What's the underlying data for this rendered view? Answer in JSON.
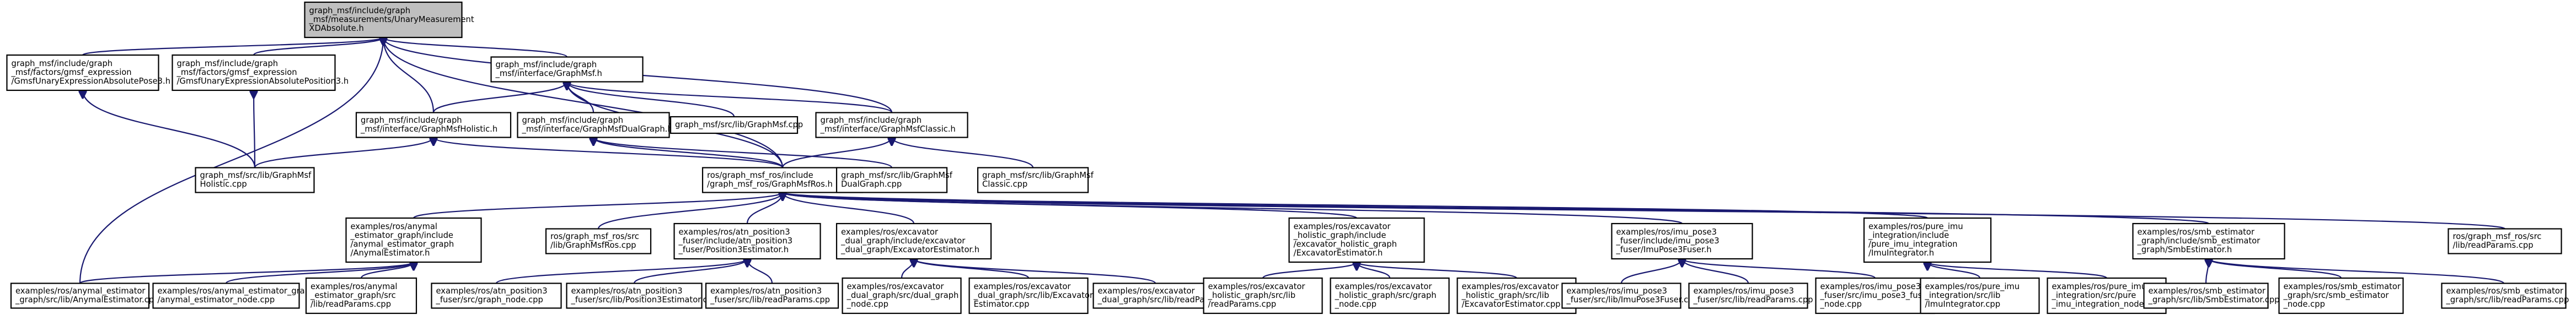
{
  "diagram": {
    "type": "include-dependency-graph",
    "colors": {
      "edge": "#191970",
      "root_fill": "#bfbfbf",
      "node_fill": "#ffffff",
      "node_border": "#000000"
    },
    "nodes": [
      {
        "id": "root",
        "lines": [
          "graph_msf/include/graph",
          "_msf/measurements/UnaryMeasurement",
          "XDAbsolute.h"
        ],
        "root": true
      },
      {
        "id": "gmsfExprPose3",
        "lines": [
          "graph_msf/include/graph",
          "_msf/factors/gmsf_expression",
          "/GmsfUnaryExpressionAbsolutePose3.h"
        ]
      },
      {
        "id": "gmsfExprPos3",
        "lines": [
          "graph_msf/include/graph",
          "_msf/factors/gmsf_expression",
          "/GmsfUnaryExpressionAbsolutePosition3.h"
        ]
      },
      {
        "id": "graphMsfH",
        "lines": [
          "graph_msf/include/graph",
          "_msf/interface/GraphMsf.h"
        ]
      },
      {
        "id": "graphMsfHolisticH",
        "lines": [
          "graph_msf/include/graph",
          "_msf/interface/GraphMsfHolistic.h"
        ]
      },
      {
        "id": "graphMsfDualGraphH",
        "lines": [
          "graph_msf/include/graph",
          "_msf/interface/GraphMsfDualGraph.h"
        ]
      },
      {
        "id": "graphMsfCpp",
        "lines": [
          "graph_msf/src/lib/GraphMsf.cpp"
        ]
      },
      {
        "id": "graphMsfClassicH",
        "lines": [
          "graph_msf/include/graph",
          "_msf/interface/GraphMsfClassic.h"
        ]
      },
      {
        "id": "graphMsfHolisticCpp",
        "lines": [
          "graph_msf/src/lib/GraphMsf",
          "Holistic.cpp"
        ]
      },
      {
        "id": "graphMsfRosH",
        "lines": [
          "ros/graph_msf_ros/include",
          "/graph_msf_ros/GraphMsfRos.h"
        ]
      },
      {
        "id": "graphMsfDualGraphCpp",
        "lines": [
          "graph_msf/src/lib/GraphMsf",
          "DualGraph.cpp"
        ]
      },
      {
        "id": "graphMsfClassicCpp",
        "lines": [
          "graph_msf/src/lib/GraphMsf",
          "Classic.cpp"
        ]
      },
      {
        "id": "anymalEstH",
        "lines": [
          "examples/ros/anymal",
          "_estimator_graph/include",
          "/anymal_estimator_graph",
          "/AnymalEstimator.h"
        ]
      },
      {
        "id": "graphMsfRosCpp",
        "lines": [
          "ros/graph_msf_ros/src",
          "/lib/GraphMsfRos.cpp"
        ]
      },
      {
        "id": "attnPos3H",
        "lines": [
          "examples/ros/atn_position3",
          "_fuser/include/atn_position3",
          "_fuser/Position3Estimator.h"
        ]
      },
      {
        "id": "excavDualH",
        "lines": [
          "examples/ros/excavator",
          "_dual_graph/include/excavator",
          "_dual_graph/ExcavatorEstimator.h"
        ]
      },
      {
        "id": "excavHolisticH",
        "lines": [
          "examples/ros/excavator",
          "_holistic_graph/include",
          "/excavator_holistic_graph",
          "/ExcavatorEstimator.h"
        ]
      },
      {
        "id": "imuPose3H",
        "lines": [
          "examples/ros/imu_pose3",
          "_fuser/include/imu_pose3",
          "_fuser/ImuPose3Fuser.h"
        ]
      },
      {
        "id": "pureImuH",
        "lines": [
          "examples/ros/pure_imu",
          "_integration/include",
          "/pure_imu_integration",
          "/ImuIntegrator.h"
        ]
      },
      {
        "id": "smbEstH",
        "lines": [
          "examples/ros/smb_estimator",
          "_graph/include/smb_estimator",
          "_graph/SmbEstimator.h"
        ]
      },
      {
        "id": "readParamsCpp",
        "lines": [
          "ros/graph_msf_ros/src",
          "/lib/readParams.cpp"
        ]
      },
      {
        "id": "anymalEstCpp",
        "lines": [
          "examples/ros/anymal_estimator",
          "_graph/src/lib/AnymalEstimator.cpp"
        ]
      },
      {
        "id": "anymalNodeCpp",
        "lines": [
          "examples/ros/anymal_estimator_graph/src",
          "/anymal_estimator_node.cpp"
        ]
      },
      {
        "id": "anymalReadParams",
        "lines": [
          "examples/ros/anymal",
          "_estimator_graph/src",
          "/lib/readParams.cpp"
        ]
      },
      {
        "id": "attnGraphNode",
        "lines": [
          "examples/ros/atn_position3",
          "_fuser/src/graph_node.cpp"
        ]
      },
      {
        "id": "attnPos3Cpp",
        "lines": [
          "examples/ros/atn_position3",
          "_fuser/src/lib/Position3Estimator.cpp"
        ]
      },
      {
        "id": "attnReadParams",
        "lines": [
          "examples/ros/atn_position3",
          "_fuser/src/lib/readParams.cpp"
        ]
      },
      {
        "id": "excavDualNode",
        "lines": [
          "examples/ros/excavator",
          "_dual_graph/src/dual_graph",
          "_node.cpp"
        ]
      },
      {
        "id": "excavDualEstCpp",
        "lines": [
          "examples/ros/excavator",
          "_dual_graph/src/lib/Excavator",
          "Estimator.cpp"
        ]
      },
      {
        "id": "excavDualReadParams",
        "lines": [
          "examples/ros/excavator",
          "_dual_graph/src/lib/readParams.cpp"
        ]
      },
      {
        "id": "excavHolReadParams",
        "lines": [
          "examples/ros/excavator",
          "_holistic_graph/src/lib",
          "/readParams.cpp"
        ]
      },
      {
        "id": "excavHolNode",
        "lines": [
          "examples/ros/excavator",
          "_holistic_graph/src/graph",
          "_node.cpp"
        ]
      },
      {
        "id": "excavHolEstCpp",
        "lines": [
          "examples/ros/excavator",
          "_holistic_graph/src/lib",
          "/ExcavatorEstimator.cpp"
        ]
      },
      {
        "id": "imuPose3FuserCpp",
        "lines": [
          "examples/ros/imu_pose3",
          "_fuser/src/lib/ImuPose3Fuser.cpp"
        ]
      },
      {
        "id": "imuPose3ReadParams",
        "lines": [
          "examples/ros/imu_pose3",
          "_fuser/src/lib/readParams.cpp"
        ]
      },
      {
        "id": "imuPose3Node",
        "lines": [
          "examples/ros/imu_pose3",
          "_fuser/src/imu_pose3_fuser",
          "_node.cpp"
        ]
      },
      {
        "id": "pureImuIntegratorCpp",
        "lines": [
          "examples/ros/pure_imu",
          "_integration/src/lib",
          "/ImuIntegrator.cpp"
        ]
      },
      {
        "id": "pureImuNode",
        "lines": [
          "examples/ros/pure_imu",
          "_integration/src/pure",
          "_imu_integration_node.cpp"
        ]
      },
      {
        "id": "smbEstCpp",
        "lines": [
          "examples/ros/smb_estimator",
          "_graph/src/lib/SmbEstimator.cpp"
        ]
      },
      {
        "id": "smbNodeCpp",
        "lines": [
          "examples/ros/smb_estimator",
          "_graph/src/smb_estimator",
          "_node.cpp"
        ]
      },
      {
        "id": "smbReadParams",
        "lines": [
          "examples/ros/smb_estimator",
          "_graph/src/lib/readParams.cpp"
        ]
      }
    ],
    "edges": [
      [
        "root",
        "gmsfExprPose3"
      ],
      [
        "root",
        "gmsfExprPos3"
      ],
      [
        "root",
        "graphMsfH"
      ],
      [
        "root",
        "graphMsfHolisticH"
      ],
      [
        "root",
        "graphMsfClassicH"
      ],
      [
        "root",
        "anymalEstCpp"
      ],
      [
        "root",
        "graphMsfRosH"
      ],
      [
        "gmsfExprPose3",
        "graphMsfHolisticCpp"
      ],
      [
        "gmsfExprPos3",
        "graphMsfHolisticCpp"
      ],
      [
        "graphMsfH",
        "graphMsfHolisticH"
      ],
      [
        "graphMsfH",
        "graphMsfDualGraphH"
      ],
      [
        "graphMsfH",
        "graphMsfCpp"
      ],
      [
        "graphMsfH",
        "graphMsfClassicH"
      ],
      [
        "graphMsfH",
        "graphMsfRosH"
      ],
      [
        "graphMsfHolisticH",
        "graphMsfHolisticCpp"
      ],
      [
        "graphMsfHolisticH",
        "graphMsfRosH"
      ],
      [
        "graphMsfDualGraphH",
        "graphMsfDualGraphCpp"
      ],
      [
        "graphMsfDualGraphH",
        "graphMsfRosH"
      ],
      [
        "graphMsfClassicH",
        "graphMsfClassicCpp"
      ],
      [
        "graphMsfClassicH",
        "graphMsfRosH"
      ],
      [
        "graphMsfRosH",
        "anymalEstH"
      ],
      [
        "graphMsfRosH",
        "graphMsfRosCpp"
      ],
      [
        "graphMsfRosH",
        "attnPos3H"
      ],
      [
        "graphMsfRosH",
        "excavDualH"
      ],
      [
        "graphMsfRosH",
        "excavHolisticH"
      ],
      [
        "graphMsfRosH",
        "imuPose3H"
      ],
      [
        "graphMsfRosH",
        "pureImuH"
      ],
      [
        "graphMsfRosH",
        "smbEstH"
      ],
      [
        "graphMsfRosH",
        "readParamsCpp"
      ],
      [
        "anymalEstH",
        "anymalEstCpp"
      ],
      [
        "anymalEstH",
        "anymalNodeCpp"
      ],
      [
        "anymalEstH",
        "anymalReadParams"
      ],
      [
        "attnPos3H",
        "attnGraphNode"
      ],
      [
        "attnPos3H",
        "attnPos3Cpp"
      ],
      [
        "attnPos3H",
        "attnReadParams"
      ],
      [
        "excavDualH",
        "excavDualNode"
      ],
      [
        "excavDualH",
        "excavDualEstCpp"
      ],
      [
        "excavDualH",
        "excavDualReadParams"
      ],
      [
        "excavHolisticH",
        "excavHolReadParams"
      ],
      [
        "excavHolisticH",
        "excavHolNode"
      ],
      [
        "excavHolisticH",
        "excavHolEstCpp"
      ],
      [
        "imuPose3H",
        "imuPose3FuserCpp"
      ],
      [
        "imuPose3H",
        "imuPose3ReadParams"
      ],
      [
        "imuPose3H",
        "imuPose3Node"
      ],
      [
        "pureImuH",
        "pureImuIntegratorCpp"
      ],
      [
        "pureImuH",
        "pureImuNode"
      ],
      [
        "smbEstH",
        "smbEstCpp"
      ],
      [
        "smbEstH",
        "smbNodeCpp"
      ],
      [
        "smbEstH",
        "smbReadParams"
      ]
    ]
  }
}
